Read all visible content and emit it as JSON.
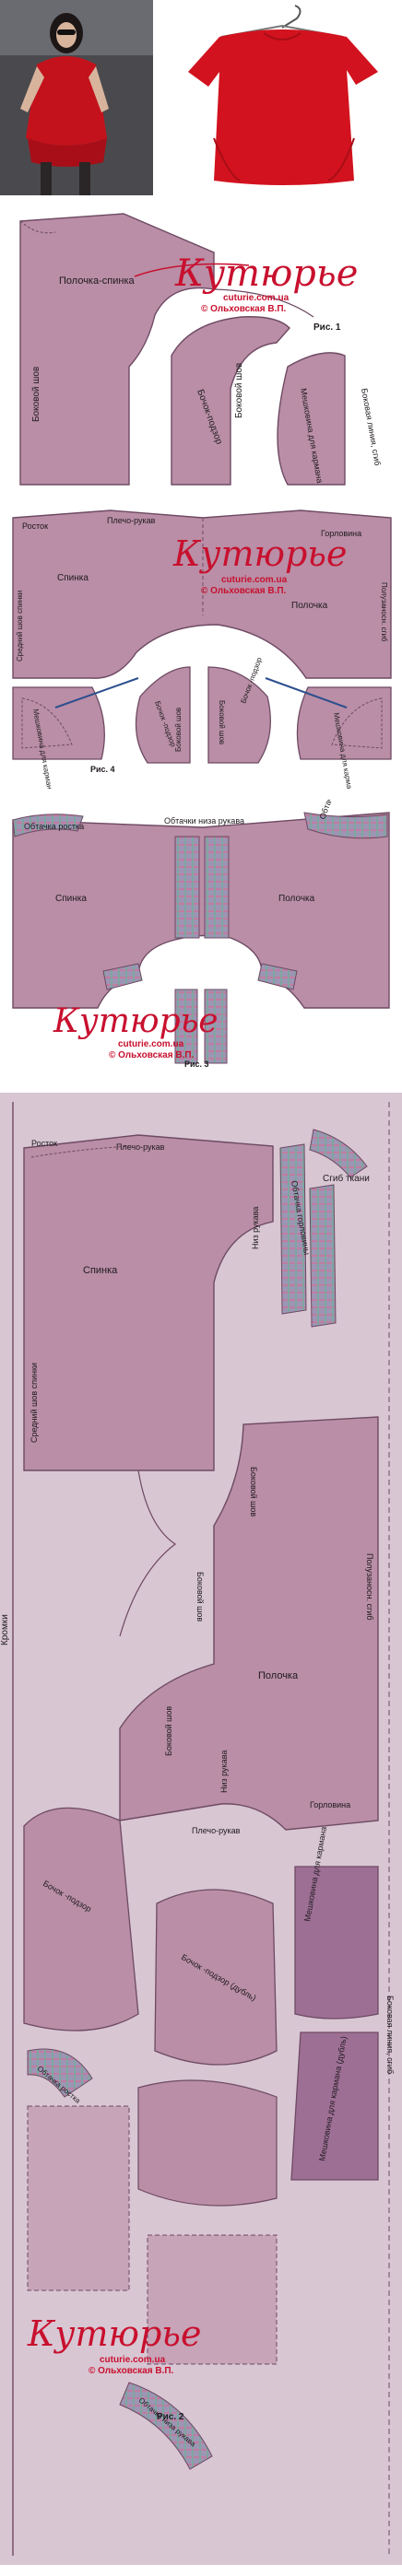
{
  "watermark": {
    "logo": "Кутюрье",
    "site": "cuturie.com.ua",
    "author": "© Ольховская В.П."
  },
  "fig1": {
    "caption": "Рис. 1",
    "labels": {
      "front_back": "Полочка-спинка",
      "side_gusset": "Бочок-подзор",
      "side_seam_a": "Боковой шов",
      "side_seam_b": "Боковой шов",
      "pocket": "Мешковина для кармана",
      "side_line": "Боковая линия, сгиб"
    }
  },
  "fig4": {
    "caption": "Рис. 4",
    "labels": {
      "rostok": "Росток",
      "shoulder_sleeve": "Плечо-рукав",
      "horlovina": "Горловина",
      "back": "Спинка",
      "front": "Полочка",
      "center_back_seam": "Средний шов спинки",
      "side_fold": "Полузаносн. сгиб",
      "pocket_left": "Мешковина для кармана",
      "pocket_right": "Мешковина для кармана",
      "gusset_left": "Бочок -подзор",
      "gusset_right": "Бочок -подзор",
      "side_seam_left": "Боковой шов",
      "side_seam_right": "Боковой шов"
    }
  },
  "fig3": {
    "caption": "Рис. 3",
    "labels": {
      "facing_rostok": "Обтачка ростка",
      "facing_sleeve_bottom": "Обтачки низа рукава",
      "facing_neck": "Обтачка горловины",
      "back": "Спинка",
      "front": "Полочка"
    }
  },
  "fig2": {
    "caption": "Рис. 2",
    "labels": {
      "rostok": "Росток",
      "shoulder_sleeve_top": "Плечо-рукав",
      "fold_fabric": "Сгиб ткани",
      "back": "Спинка",
      "sleeve_bottom_top": "Низ рукава",
      "facing_neck_top": "Обтачка горловины",
      "center_back_seam": "Средний шов спинки",
      "side_seam_a": "Боковой шов",
      "side_seam_b": "Боковой шов",
      "kromki": "Кромки",
      "side_fold": "Полузаносн. сгиб",
      "front": "Полочка",
      "sleeve_bottom": "Низ рукава",
      "shoulder_sleeve": "Плечо-рукав",
      "horlovina": "Горловина",
      "side_seam_c": "Боковой шов",
      "gusset": "Бочок -подзор",
      "gusset_fold": "Бочок -подзор (дубль)",
      "pocket": "Мешковина для кармана",
      "pocket_double": "Мешковина для кармана (дубль)",
      "facing_rostok": "Обтачка ростка",
      "facing_sleeve": "Обтачка низа рукава",
      "side_line": "Боковая линия, сгиб"
    }
  },
  "colors": {
    "pattern_fill": "#b98ea6",
    "pattern_bg": "#d8c6d3",
    "pattern_stroke": "#6e4a63",
    "dress_red": "#d2121e",
    "watermark_red": "#c8102e",
    "plaid": "#8f86a8"
  }
}
